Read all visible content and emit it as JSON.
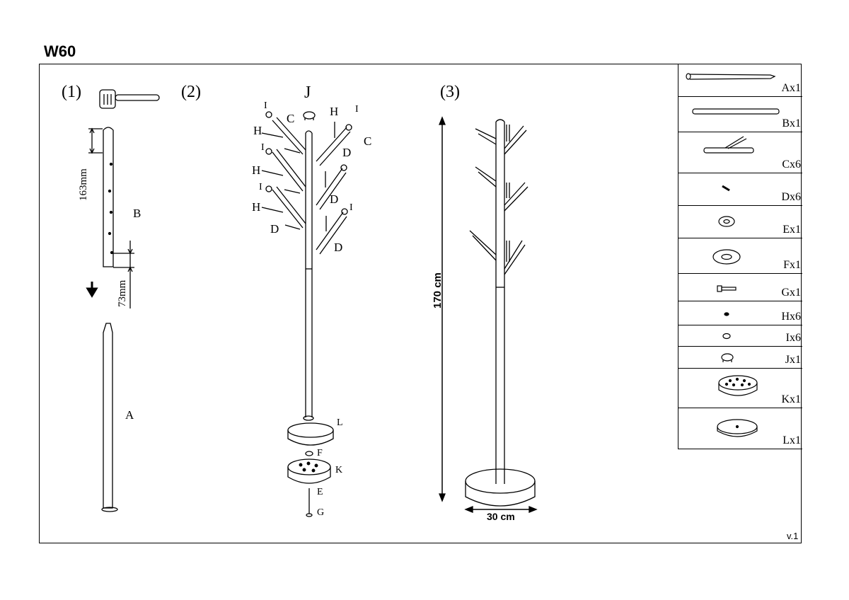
{
  "title": "W60",
  "version": "v.1",
  "steps": {
    "s1": "(1)",
    "s2": "(2)",
    "s3": "(3)"
  },
  "step1": {
    "part_b": "B",
    "part_a": "A",
    "dim_top": "163mm",
    "dim_bottom": "73mm"
  },
  "step2": {
    "top": "J",
    "labels": [
      "I",
      "C",
      "H",
      "H",
      "I",
      "C",
      "I",
      "H",
      "D",
      "H",
      "I",
      "D",
      "H",
      "I",
      "D",
      "D",
      "L",
      "F",
      "K",
      "E",
      "G"
    ]
  },
  "step3": {
    "height": "170 cm",
    "width": "30 cm"
  },
  "parts": [
    {
      "label": "Ax1",
      "icon": "pole-icon"
    },
    {
      "label": "Bx1",
      "icon": "upper-pole-icon"
    },
    {
      "label": "Cx6",
      "icon": "hook-arm-icon"
    },
    {
      "label": "Dx6",
      "icon": "screw-icon"
    },
    {
      "label": "Ex1",
      "icon": "small-washer-icon"
    },
    {
      "label": "Fx1",
      "icon": "large-washer-icon"
    },
    {
      "label": "Gx1",
      "icon": "bolt-icon"
    },
    {
      "label": "Hx6",
      "icon": "small-cap-icon"
    },
    {
      "label": "Ix6",
      "icon": "end-cap-icon"
    },
    {
      "label": "Jx1",
      "icon": "top-cap-icon"
    },
    {
      "label": "Kx1",
      "icon": "base-plate-icon"
    },
    {
      "label": "Lx1",
      "icon": "base-weight-icon"
    }
  ]
}
